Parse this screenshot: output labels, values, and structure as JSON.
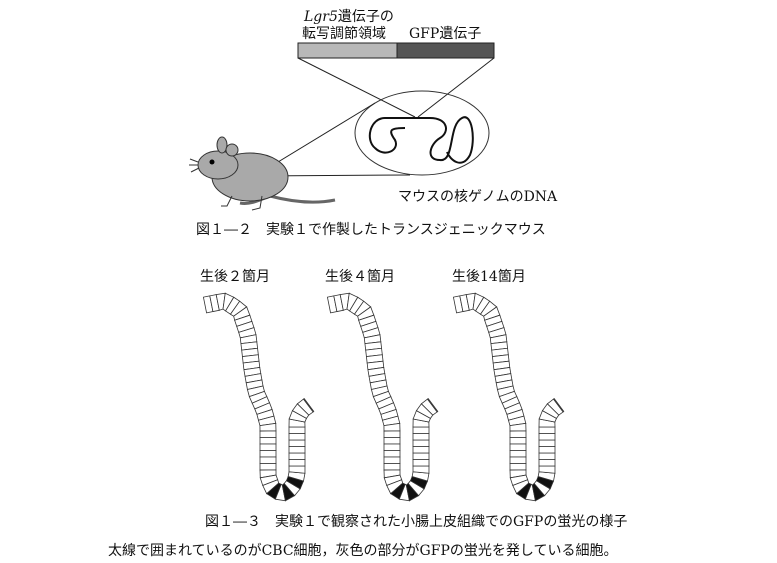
{
  "figure_1_2": {
    "gene_label_italic": "Lgr5",
    "gene_label_rest": "遺伝子の",
    "region_label": "転写調節領域",
    "gfp_label": "GFP遺伝子",
    "dna_label": "マウスの核ゲノムのDNA",
    "caption": "図１―２　実験１で作製したトランスジェニックマウス"
  },
  "figure_1_3": {
    "panels": [
      {
        "label": "生後２箇月"
      },
      {
        "label": "生後４箇月"
      },
      {
        "label": "生後14箇月"
      }
    ],
    "caption": "図１―３　実験１で観察された小腸上皮組織でのGFPの蛍光の様子",
    "note": "太線で囲まれているのがCBC細胞，灰色の部分がGFPの蛍光を発している細胞。"
  },
  "colors": {
    "regulatory_region": "#b8b8b8",
    "gfp_gene": "#555555",
    "mouse": "#a9a9a9",
    "cbc_cell": "#111111"
  }
}
